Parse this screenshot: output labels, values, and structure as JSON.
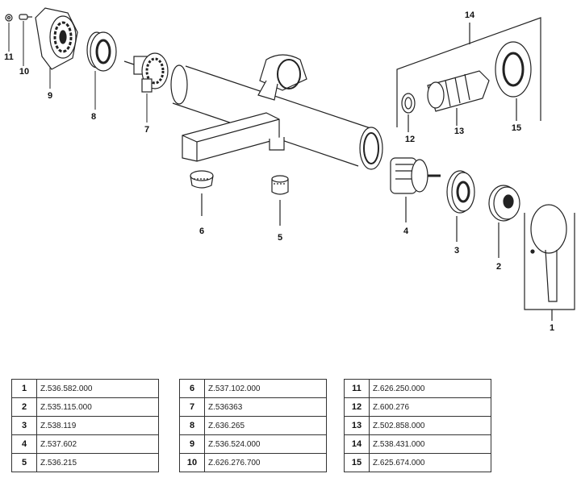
{
  "callouts": [
    {
      "id": "c1",
      "text": "1"
    },
    {
      "id": "c2",
      "text": "2"
    },
    {
      "id": "c3",
      "text": "3"
    },
    {
      "id": "c4",
      "text": "4"
    },
    {
      "id": "c5",
      "text": "5"
    },
    {
      "id": "c6",
      "text": "6"
    },
    {
      "id": "c7",
      "text": "7"
    },
    {
      "id": "c8",
      "text": "8"
    },
    {
      "id": "c9",
      "text": "9"
    },
    {
      "id": "c10",
      "text": "10"
    },
    {
      "id": "c11",
      "text": "11"
    },
    {
      "id": "c12",
      "text": "12"
    },
    {
      "id": "c13",
      "text": "13"
    },
    {
      "id": "c14",
      "text": "14"
    },
    {
      "id": "c15",
      "text": "15"
    }
  ],
  "parts_tables": [
    {
      "rows": [
        {
          "num": "1",
          "code": "Z.536.582.000"
        },
        {
          "num": "2",
          "code": "Z.535.115.000"
        },
        {
          "num": "3",
          "code": "Z.538.119"
        },
        {
          "num": "4",
          "code": "Z.537.602"
        },
        {
          "num": "5",
          "code": "Z.536.215"
        }
      ]
    },
    {
      "rows": [
        {
          "num": "6",
          "code": "Z.537.102.000"
        },
        {
          "num": "7",
          "code": "Z.536363"
        },
        {
          "num": "8",
          "code": "Z.636.265"
        },
        {
          "num": "9",
          "code": "Z.536.524.000"
        },
        {
          "num": "10",
          "code": "Z.626.276.700"
        }
      ]
    },
    {
      "rows": [
        {
          "num": "11",
          "code": "Z.626.250.000"
        },
        {
          "num": "12",
          "code": "Z.600.276"
        },
        {
          "num": "13",
          "code": "Z.502.858.000"
        },
        {
          "num": "14",
          "code": "Z.538.431.000"
        },
        {
          "num": "15",
          "code": "Z.625.674.000"
        }
      ]
    }
  ]
}
